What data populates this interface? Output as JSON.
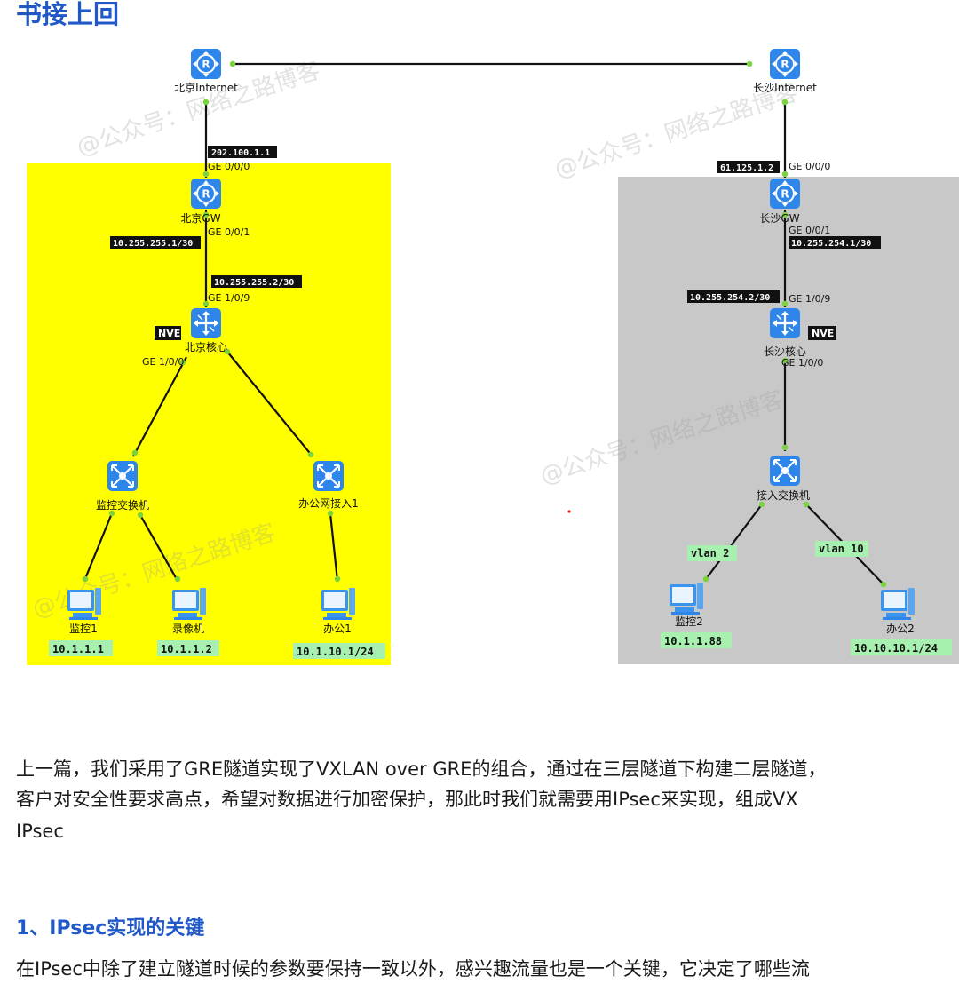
{
  "heading": "书接上回",
  "diagram": {
    "watermarks": [
      "@公众号：网络之路博客",
      "@公众号：网络之路博客",
      "@公众号：网络之路博客",
      "@公众号：网络之路博客"
    ],
    "nodes": {
      "bj_internet": {
        "label": "北京Internet",
        "icon": "router-icon"
      },
      "cs_internet": {
        "label": "长沙Internet",
        "icon": "router-icon"
      },
      "bj_gw": {
        "label": "北京GW",
        "icon": "router-icon"
      },
      "cs_gw": {
        "label": "长沙GW",
        "icon": "router-icon"
      },
      "bj_core": {
        "label": "北京核心",
        "icon": "l3-switch-icon"
      },
      "cs_core": {
        "label": "长沙核心",
        "icon": "l3-switch-icon"
      },
      "bj_mon_switch": {
        "label": "监控交换机",
        "icon": "switch-icon"
      },
      "bj_office_access": {
        "label": "办公网接入1",
        "icon": "switch-icon"
      },
      "cs_access_switch": {
        "label": "接入交换机",
        "icon": "switch-icon"
      },
      "pc_mon1": {
        "label": "监控1",
        "icon": "pc-icon"
      },
      "pc_recorder": {
        "label": "录像机",
        "icon": "pc-icon"
      },
      "pc_office1": {
        "label": "办公1",
        "icon": "pc-icon"
      },
      "pc_mon2": {
        "label": "监控2",
        "icon": "pc-icon"
      },
      "pc_office2": {
        "label": "办公2",
        "icon": "pc-icon"
      }
    },
    "ports": {
      "bj_gw_up": "GE 0/0/0",
      "bj_gw_down": "GE 0/0/1",
      "bj_core_up": "GE 1/0/9",
      "bj_core_down": "GE 1/0/0",
      "cs_gw_up": "GE 0/0/0",
      "cs_gw_down": "GE 0/0/1",
      "cs_core_up": "GE 1/0/9",
      "cs_core_down": "GE 1/0/0"
    },
    "ip_labels": {
      "bj_gw_wan": "202.100.1.1",
      "bj_gw_lan": "10.255.255.1/30",
      "bj_core_up": "10.255.255.2/30",
      "cs_gw_wan": "61.125.1.2",
      "cs_gw_lan": "10.255.254.1/30",
      "cs_core_up": "10.255.254.2/30"
    },
    "nve_label": "NVE",
    "vlans": {
      "left": "vlan 2",
      "right": "vlan 10"
    },
    "addresses": {
      "pc_mon1": "10.1.1.1",
      "pc_recorder": "10.1.1.2",
      "pc_office1": "10.1.10.1/24",
      "pc_mon2": "10.1.1.88",
      "pc_office2": "10.10.10.1/24"
    },
    "colors": {
      "beijing_zone": "#ffff00",
      "changsha_zone": "#c8c8c8",
      "icon_blue": "#2f86ea",
      "link_dot": "#7ad33a",
      "ip_badge": "#111111",
      "addr_badge": "#a8f0b0"
    }
  },
  "paragraph1": {
    "line1": "上一篇，我们采用了GRE隧道实现了VXLAN over GRE的组合，通过在三层隧道下构建二层隧道，",
    "line2": "客户对安全性要求高点，希望对数据进行加密保护，那此时我们就需要用IPsec来实现，组成VX",
    "line3": "IPsec"
  },
  "section1_heading": "1、IPsec实现的关键",
  "paragraph2": {
    "line1": "在IPsec中除了建立隧道时候的参数要保持一致以外，感兴趣流量也是一个关键，它决定了哪些流"
  }
}
